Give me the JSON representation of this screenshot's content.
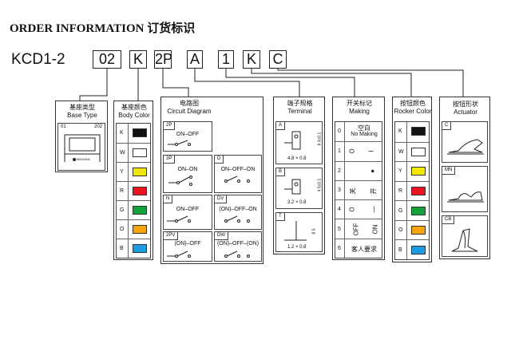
{
  "heading": "ORDER INFORMATION 订货标识",
  "code": {
    "prefix": "KCD1-2",
    "segments": [
      "02",
      "K",
      "2P",
      "A",
      "1",
      "K",
      "C"
    ]
  },
  "base_type": {
    "title_cn": "基座类型",
    "title_en": "Base Type",
    "item_code": "01",
    "item_part": "202",
    "brand": "JINGHAN"
  },
  "body_color": {
    "title_cn": "基座颜色",
    "title_en": "Body Color",
    "items": [
      {
        "code": "K",
        "color": "#111111"
      },
      {
        "code": "W",
        "color": "#ffffff"
      },
      {
        "code": "Y",
        "color": "#f5e800"
      },
      {
        "code": "R",
        "color": "#e8141e"
      },
      {
        "code": "G",
        "color": "#12a33a"
      },
      {
        "code": "O",
        "color": "#f4a40d"
      },
      {
        "code": "B",
        "color": "#1f9be0"
      }
    ]
  },
  "circuit": {
    "title_cn": "电路图",
    "title_en": "Circuit Diagram",
    "items": [
      {
        "code": "2P",
        "label": "ON–OFF"
      },
      {
        "code": "3P",
        "label": "ON–ON"
      },
      {
        "code": "D",
        "label": "ON–OFF–ON"
      },
      {
        "code": "N",
        "label": "ON–OFF"
      },
      {
        "code": "DV",
        "label": "(ON)–OFF–ON"
      },
      {
        "code": "2PV",
        "label": "(ON)–OFF"
      },
      {
        "code": "DW",
        "label": "(ON)–OFF–(ON)"
      }
    ]
  },
  "terminal": {
    "title_cn": "端子规格",
    "title_en": "Terminal",
    "items": [
      {
        "code": "A",
        "dim": "4.8 × 0.8",
        "height": "6.4±0.1"
      },
      {
        "code": "B",
        "dim": "3.2 × 0.8",
        "height": "4.5±0.1"
      },
      {
        "code": "T",
        "dim": "1.2 × 0.8",
        "height": "8.5"
      }
    ]
  },
  "marking": {
    "title_cn": "开关标记",
    "title_en": "Making",
    "items": [
      {
        "code": "0",
        "text": "空白",
        "sub": "No Making"
      },
      {
        "code": "1",
        "left": "O",
        "right": "I"
      },
      {
        "code": "2",
        "left": "",
        "right": "●"
      },
      {
        "code": "3",
        "left": "关",
        "right": "开"
      },
      {
        "code": "4",
        "left": "O",
        "right": "—"
      },
      {
        "code": "5",
        "left": "OFF",
        "right": "ON"
      },
      {
        "code": "6",
        "text": "客人要求"
      }
    ]
  },
  "rocker_color": {
    "title_cn": "按钮颜色",
    "title_en": "Rocker Color",
    "items": [
      {
        "code": "K",
        "color": "#111111"
      },
      {
        "code": "W",
        "color": "#ffffff"
      },
      {
        "code": "Y",
        "color": "#f5e800"
      },
      {
        "code": "R",
        "color": "#e8141e"
      },
      {
        "code": "G",
        "color": "#12a33a"
      },
      {
        "code": "O",
        "color": "#f4a40d"
      },
      {
        "code": "B",
        "color": "#1f9be0"
      }
    ]
  },
  "actuator": {
    "title_cn": "按钮形状",
    "title_en": "Actuator",
    "items": [
      {
        "code": "C"
      },
      {
        "code": "MN"
      },
      {
        "code": "CB"
      }
    ]
  }
}
